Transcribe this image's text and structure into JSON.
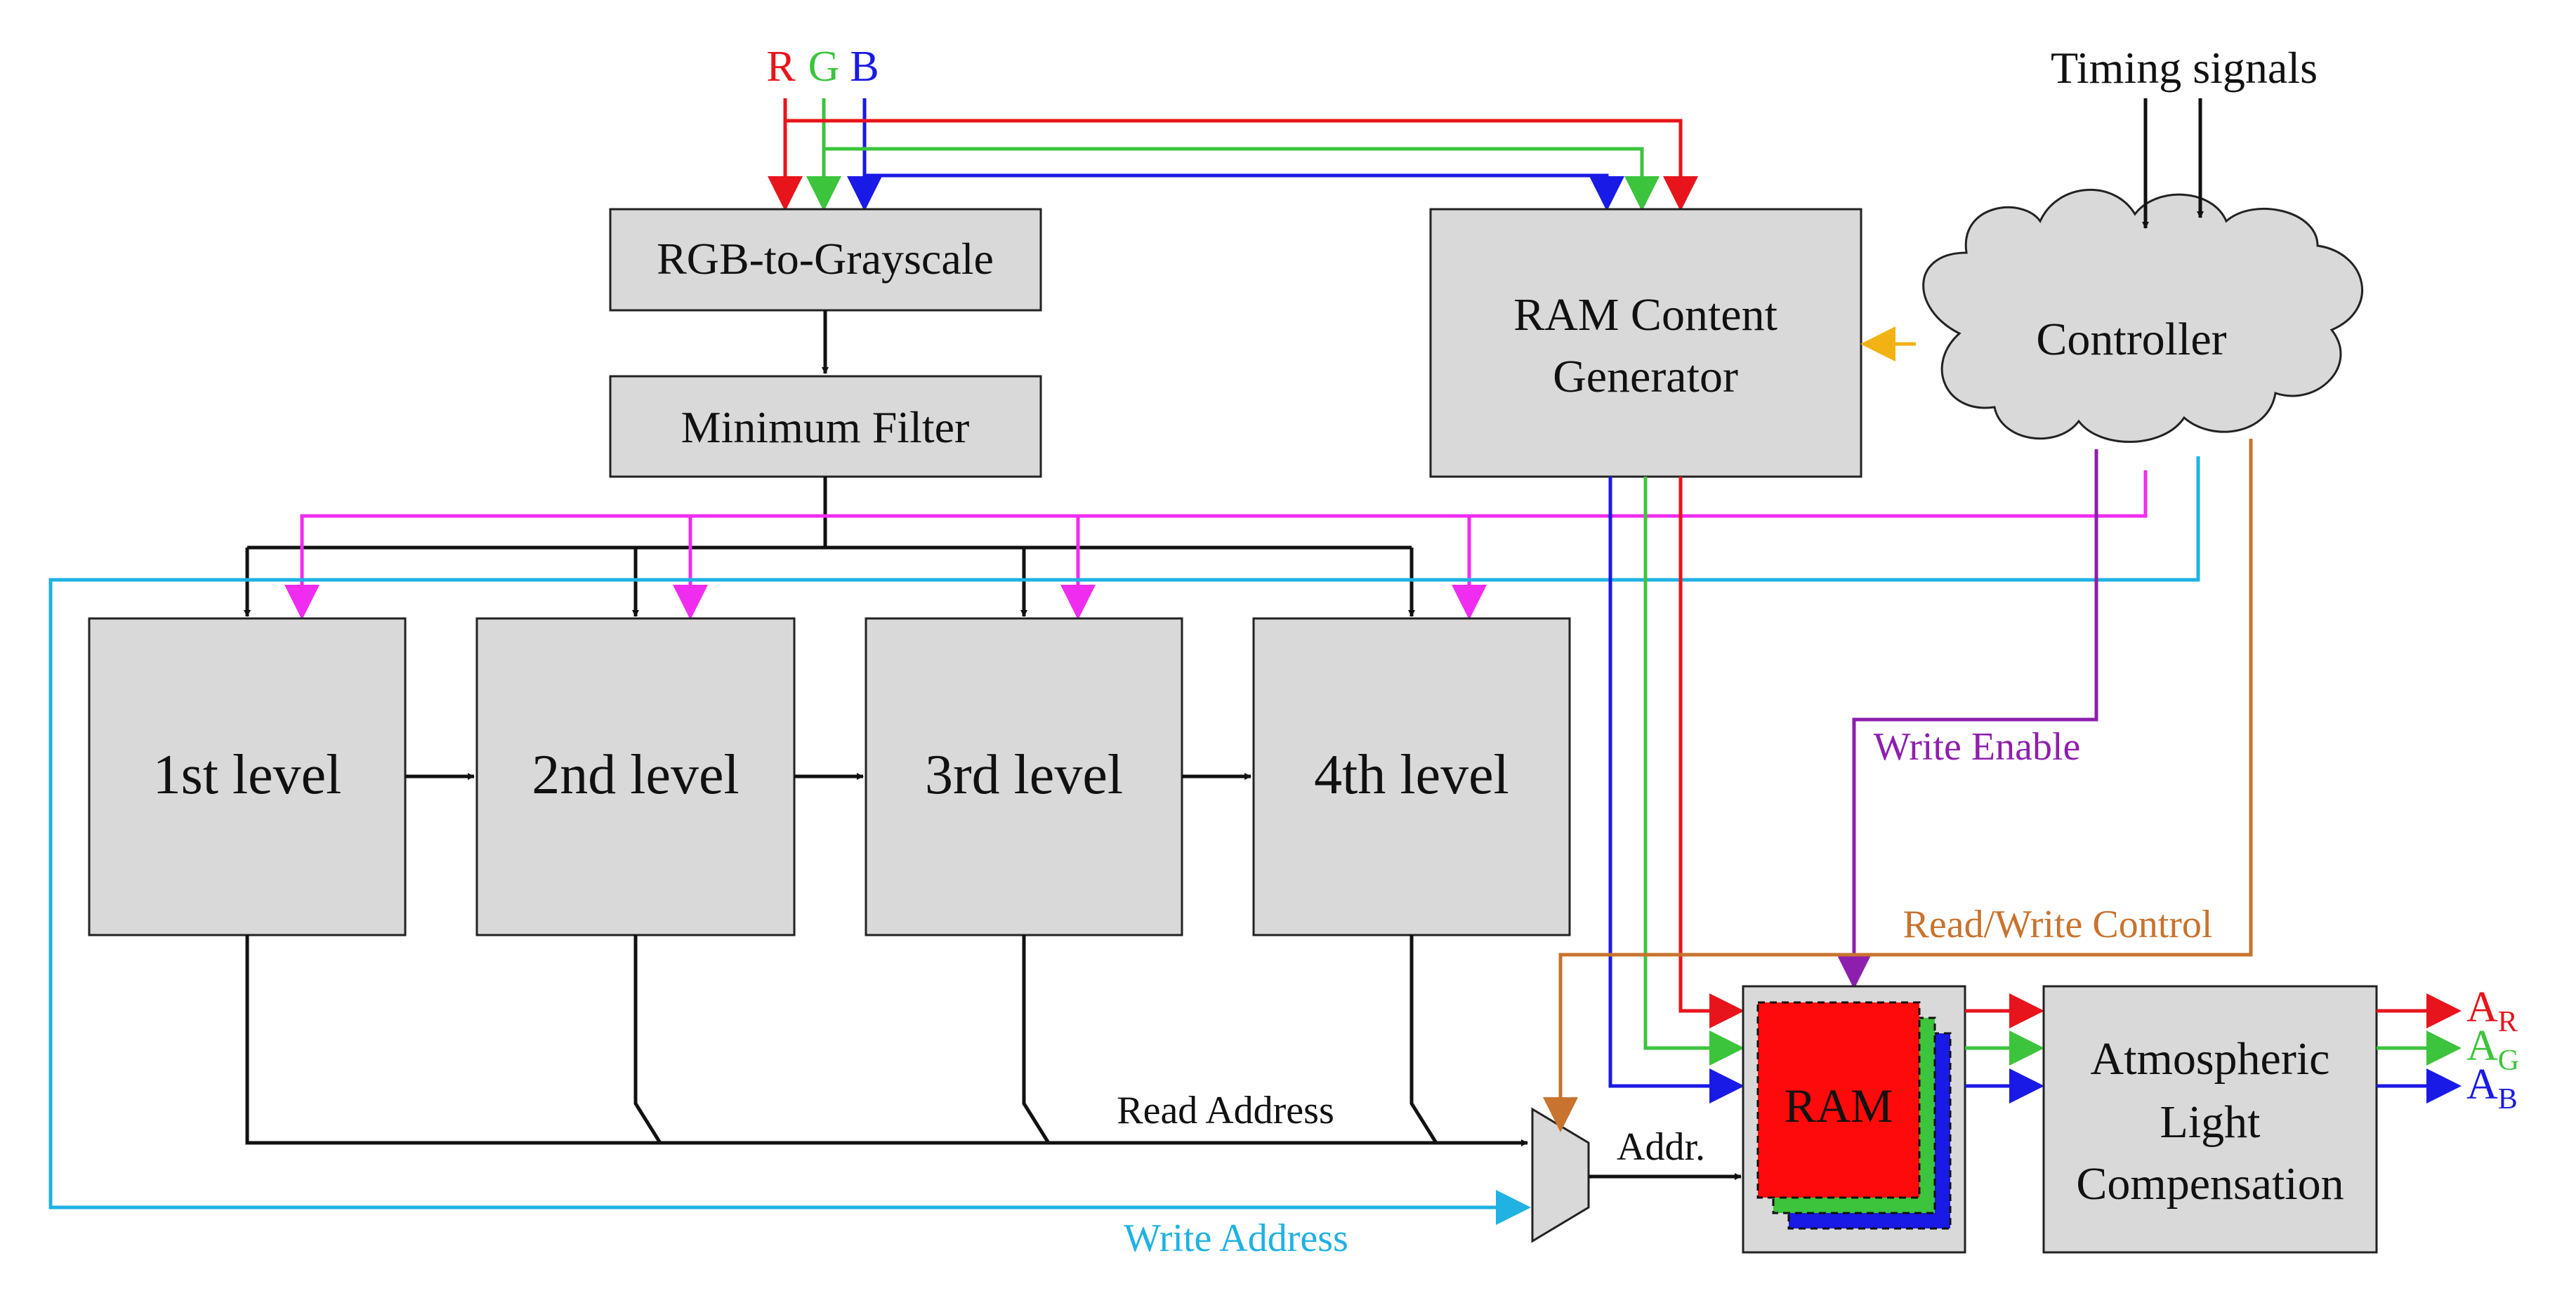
{
  "inputs": {
    "r": "R",
    "g": "G",
    "b": "B",
    "timing": "Timing signals"
  },
  "blocks": {
    "rgb2gray": "RGB-to-Grayscale",
    "minfilter": "Minimum Filter",
    "ramgen_line1": "RAM Content",
    "ramgen_line2": "Generator",
    "controller": "Controller",
    "levels": [
      "1st level",
      "2nd level",
      "3rd level",
      "4th level"
    ],
    "ram": "RAM",
    "alc_line1": "Atmospheric",
    "alc_line2": "Light",
    "alc_line3": "Compensation"
  },
  "signals": {
    "write_enable": "Write Enable",
    "rw_control": "Read/Write Control",
    "read_address": "Read Address",
    "write_address": "Write Address",
    "addr": "Addr."
  },
  "outputs": [
    {
      "base": "A",
      "sub": "R",
      "color": "#e8141b"
    },
    {
      "base": "A",
      "sub": "G",
      "color": "#3cc43c"
    },
    {
      "base": "A",
      "sub": "B",
      "color": "#1a1ae6"
    }
  ],
  "colors": {
    "red": "#e8141b",
    "green": "#3cc43c",
    "blue": "#1a1ae6",
    "magenta": "#ef2cef",
    "cyan": "#1fb2e2",
    "purple": "#8e1fae",
    "orange": "#c8732e",
    "yellow": "#f2b214",
    "block": "#d9d9d9"
  }
}
